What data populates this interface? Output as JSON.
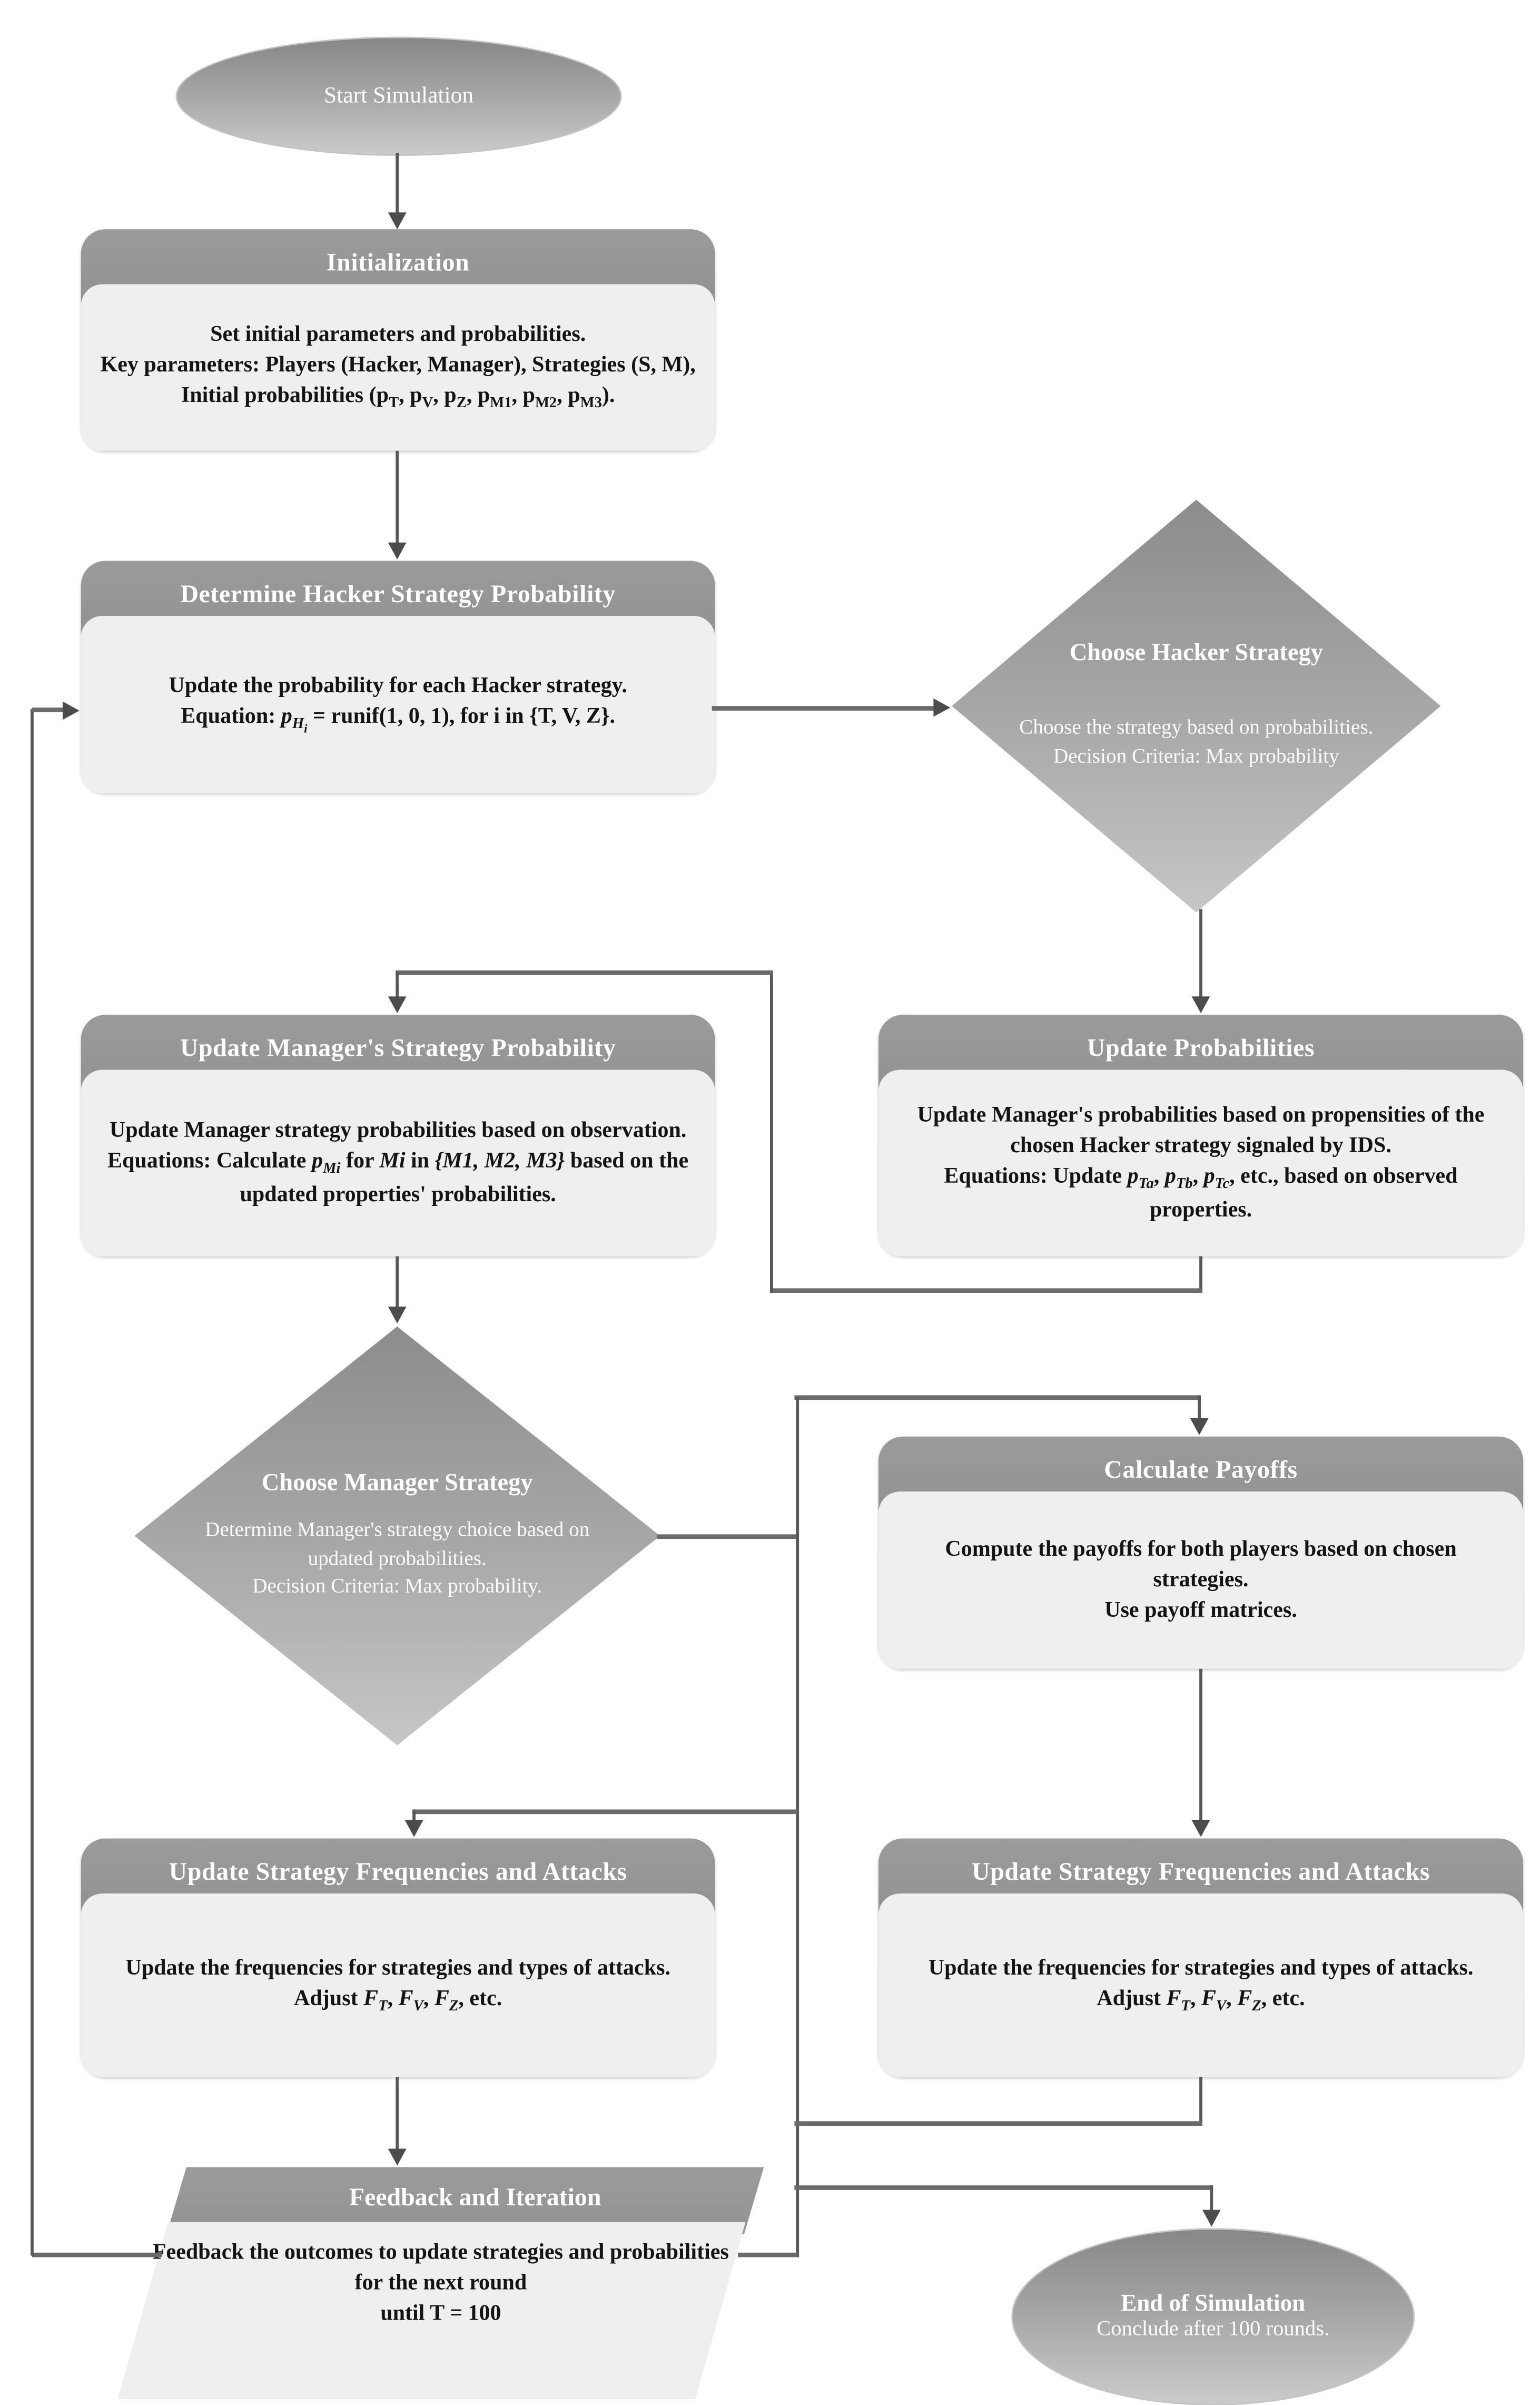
{
  "palette": {
    "hd-top": "#9b9b9b",
    "hd-bot": "#7e7e7e",
    "body-bg": "#f0eff0",
    "line-color": "#6a6a6a",
    "arrow-color": "#4c4c4c"
  },
  "nodes": {
    "start": {
      "label": "Start Simulation"
    },
    "init": {
      "title": "Initialization",
      "line1": "Set initial parameters and probabilities.",
      "line2": [
        {
          "t": "Key parameters: Players (Hacker, Manager), Strategies (S, M), Initial probabilities (p"
        },
        {
          "t": "T",
          "sub": 1
        },
        {
          "t": ", p"
        },
        {
          "t": "V",
          "sub": 1
        },
        {
          "t": ", p"
        },
        {
          "t": "Z",
          "sub": 1
        },
        {
          "t": ", p"
        },
        {
          "t": "M1",
          "sub": 1
        },
        {
          "t": ", p"
        },
        {
          "t": "M2",
          "sub": 1
        },
        {
          "t": ", p"
        },
        {
          "t": "M3",
          "sub": 1
        },
        {
          "t": ")."
        }
      ]
    },
    "determine_hacker": {
      "title": "Determine Hacker Strategy Probability",
      "line1": "Update the probability for each Hacker strategy.",
      "eq": [
        {
          "t": "Equation:  "
        },
        {
          "t": "p",
          "i": true
        },
        {
          "t": "H",
          "sub": 1,
          "i": true
        },
        {
          "t": "i",
          "sub": 2,
          "i": true
        },
        {
          "t": " = runif(1, 0, 1), for i in {T, V, Z}."
        }
      ]
    },
    "choose_hacker": {
      "title": "Choose Hacker Strategy",
      "line1": "Choose the strategy based on probabilities.",
      "line2": "Decision Criteria: Max probability"
    },
    "update_manager": {
      "title": "Update Manager's Strategy Probability",
      "line1": "Update Manager strategy probabilities based on observation.",
      "eq": [
        {
          "t": "Equations: Calculate "
        },
        {
          "t": "p",
          "i": true
        },
        {
          "t": "Mi",
          "sub": 1,
          "i": true
        },
        {
          "t": " for "
        },
        {
          "t": "Mi",
          "i": true
        },
        {
          "t": " in "
        },
        {
          "t": "{M1, M2, M3}",
          "i": true
        },
        {
          "t": " based on the updated properties' probabilities."
        }
      ]
    },
    "update_probabilities": {
      "title": "Update Probabilities",
      "line1": "Update Manager's probabilities based on propensities of the chosen Hacker strategy signaled by IDS.",
      "eq": [
        {
          "t": "Equations: Update "
        },
        {
          "t": "p",
          "i": true
        },
        {
          "t": "Ta",
          "sub": 1,
          "i": true
        },
        {
          "t": ", "
        },
        {
          "t": "p",
          "i": true
        },
        {
          "t": "Tb",
          "sub": 1,
          "i": true
        },
        {
          "t": ", "
        },
        {
          "t": "p",
          "i": true
        },
        {
          "t": "Tc",
          "sub": 1,
          "i": true
        },
        {
          "t": ", etc., based on observed properties."
        }
      ]
    },
    "choose_manager": {
      "title": "Choose Manager Strategy",
      "line1": "Determine Manager's strategy choice based on updated probabilities.",
      "line2": "Decision Criteria: Max probability."
    },
    "calculate_payoffs": {
      "title": "Calculate Payoffs",
      "line1": "Compute the payoffs for both players based on chosen strategies.",
      "line2": "Use payoff matrices."
    },
    "update_freq_left": {
      "title": "Update Strategy Frequencies and Attacks",
      "line1": "Update the frequencies for strategies and types of attacks.",
      "eq": [
        {
          "t": "Adjust "
        },
        {
          "t": "F",
          "i": true
        },
        {
          "t": "T",
          "sub": 1,
          "i": true
        },
        {
          "t": ", "
        },
        {
          "t": "F",
          "i": true
        },
        {
          "t": "V",
          "sub": 1,
          "i": true
        },
        {
          "t": ", "
        },
        {
          "t": "F",
          "i": true
        },
        {
          "t": "Z",
          "sub": 1,
          "i": true
        },
        {
          "t": ", etc."
        }
      ]
    },
    "update_freq_right": {
      "title": "Update Strategy Frequencies and Attacks",
      "line1": "Update the frequencies for strategies and types of attacks.",
      "eq": [
        {
          "t": "Adjust "
        },
        {
          "t": "F",
          "i": true
        },
        {
          "t": "T",
          "sub": 1,
          "i": true
        },
        {
          "t": ", "
        },
        {
          "t": "F",
          "i": true
        },
        {
          "t": "V",
          "sub": 1,
          "i": true
        },
        {
          "t": ", "
        },
        {
          "t": "F",
          "i": true
        },
        {
          "t": "Z",
          "sub": 1,
          "i": true
        },
        {
          "t": ", etc."
        }
      ]
    },
    "feedback": {
      "title": "Feedback and Iteration",
      "line1": "Feedback the outcomes to update strategies and probabilities for the next round",
      "line2": "until T = 100"
    },
    "end": {
      "label1": "End of Simulation",
      "label2": "Conclude after 100 rounds."
    }
  }
}
